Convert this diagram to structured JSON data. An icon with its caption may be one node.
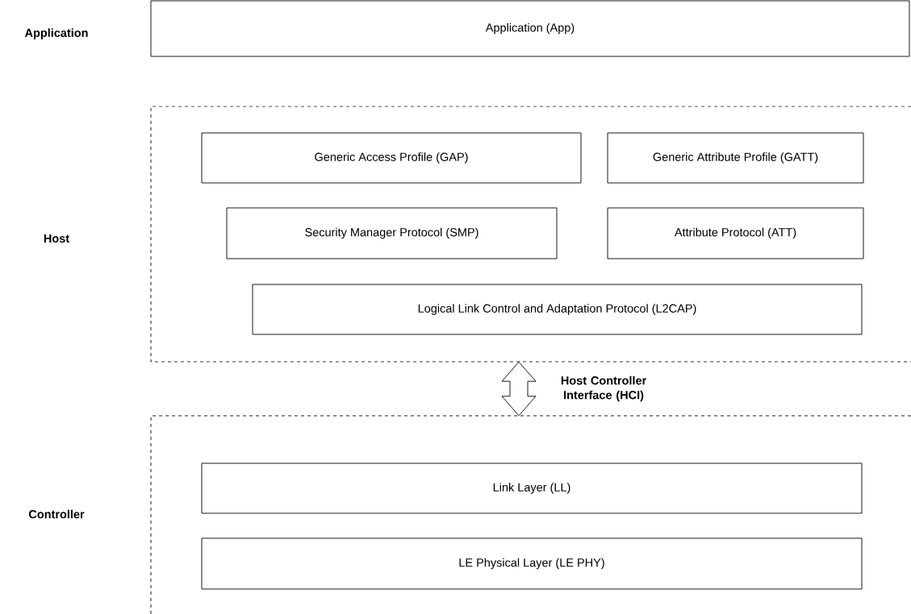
{
  "diagram": {
    "nodes": [
      {
        "text": [
          "Application (App)"
        ]
      },
      {
        "text": [
          "Host"
        ]
      },
      {
        "text": [
          "Generic Access Profile (GAP)"
        ],
        "in": 1
      },
      {
        "text": [
          "Generic Attribute Profile (GATT)"
        ],
        "in": 1
      },
      {
        "text": [
          "Security Manager Protocol (SMP)"
        ],
        "in": 1
      },
      {
        "text": [
          "Attribute Protocol (ATT)"
        ],
        "in": 1
      },
      {
        "text": [
          "Logical Link Control and Adaptation Protocol (L2CAP)"
        ],
        "in": 1
      },
      {
        "text": [
          "Controller"
        ]
      },
      {
        "text": [
          "Link Layer (LL)"
        ],
        "in": 7
      },
      {
        "text": [
          "LE Physical Layer (LE PHY)"
        ],
        "in": 7
      }
    ],
    "edges": [
      {
        "from": 1,
        "to": 7,
        "arrow": "both",
        "label": "Host Controller Interface (HCI)"
      }
    ],
    "labels": [
      "Application"
    ]
  }
}
